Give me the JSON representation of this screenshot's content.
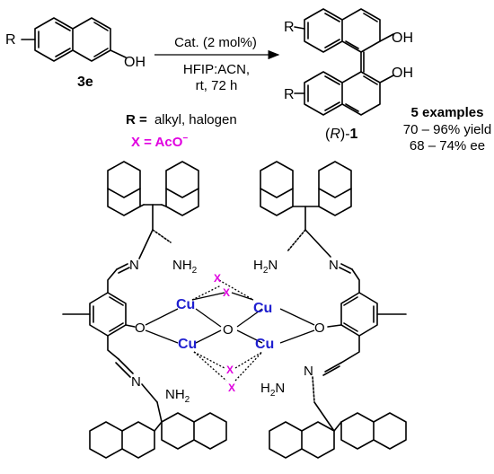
{
  "reaction": {
    "reactant_label": "3e",
    "substituent_r": "R",
    "hydroxyl": "OH",
    "conditions_top": "Cat. (2 mol%)",
    "conditions_solvent": "HFIP:ACN,",
    "conditions_time": "rt, 72 h",
    "r_definition_prefix": "R =",
    "r_definition_value": "alkyl, halogen",
    "x_definition": "X = AcO",
    "x_charge": "−",
    "product_prefix": "(",
    "product_stereo": "R",
    "product_suffix": ")-",
    "product_number": "1",
    "scope_examples": "5 examples",
    "scope_yield": "70 – 96% yield",
    "scope_ee": "68 – 74% ee"
  },
  "catalyst": {
    "copper": "Cu",
    "oxygen": "O",
    "nitrogen": "N",
    "amine": "NH",
    "amine_left": "H",
    "amine_sub": "2",
    "bridge": "X"
  },
  "colors": {
    "copper": "#1f1fd0",
    "bridge": "#e000e0",
    "ink": "#000000"
  }
}
